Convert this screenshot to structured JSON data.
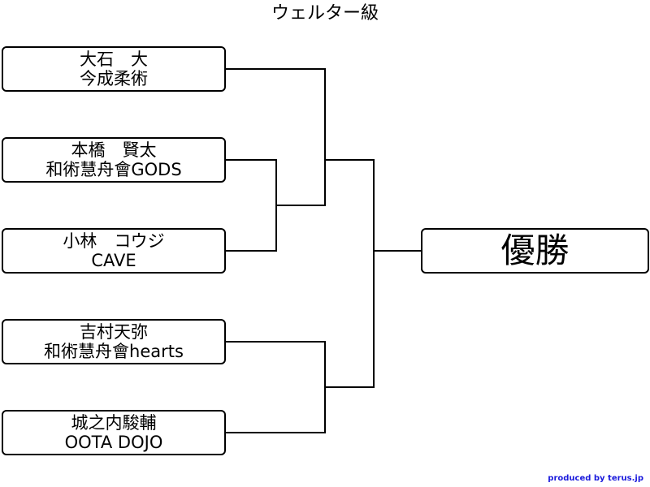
{
  "title": "ウェルター級",
  "entries": [
    {
      "name": "大石　大",
      "team": "今成柔術"
    },
    {
      "name": "本橋　賢太",
      "team": "和術慧舟會GODS"
    },
    {
      "name": "小林　コウジ",
      "team": "CAVE"
    },
    {
      "name": "吉村天弥",
      "team": "和術慧舟會hearts"
    },
    {
      "name": "城之内駿輔",
      "team": "OOTA DOJO"
    }
  ],
  "winner_label": "優勝",
  "credit": "produced by terus.jp",
  "colors": {
    "line": "#000000",
    "credit": "#1a1adc"
  }
}
